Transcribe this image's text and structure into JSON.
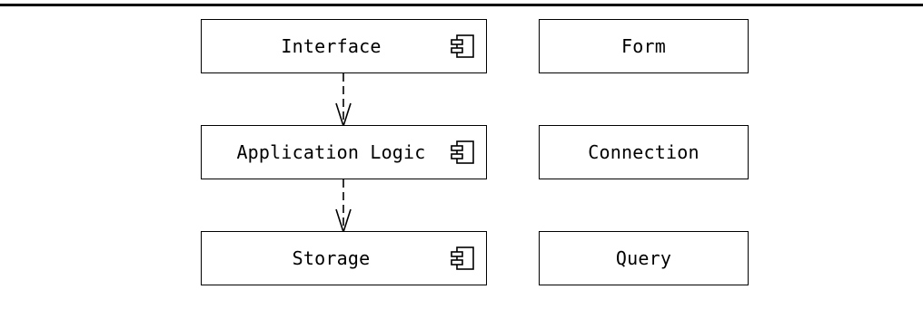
{
  "left_components": [
    {
      "label": "Interface",
      "icon": "component-icon"
    },
    {
      "label": "Application Logic",
      "icon": "component-icon"
    },
    {
      "label": "Storage",
      "icon": "component-icon"
    }
  ],
  "right_boxes": [
    {
      "label": "Form"
    },
    {
      "label": "Connection"
    },
    {
      "label": "Query"
    }
  ],
  "dependencies": [
    {
      "from": "Interface",
      "to": "Application Logic",
      "style": "dashed-open-arrow"
    },
    {
      "from": "Application Logic",
      "to": "Storage",
      "style": "dashed-open-arrow"
    }
  ]
}
